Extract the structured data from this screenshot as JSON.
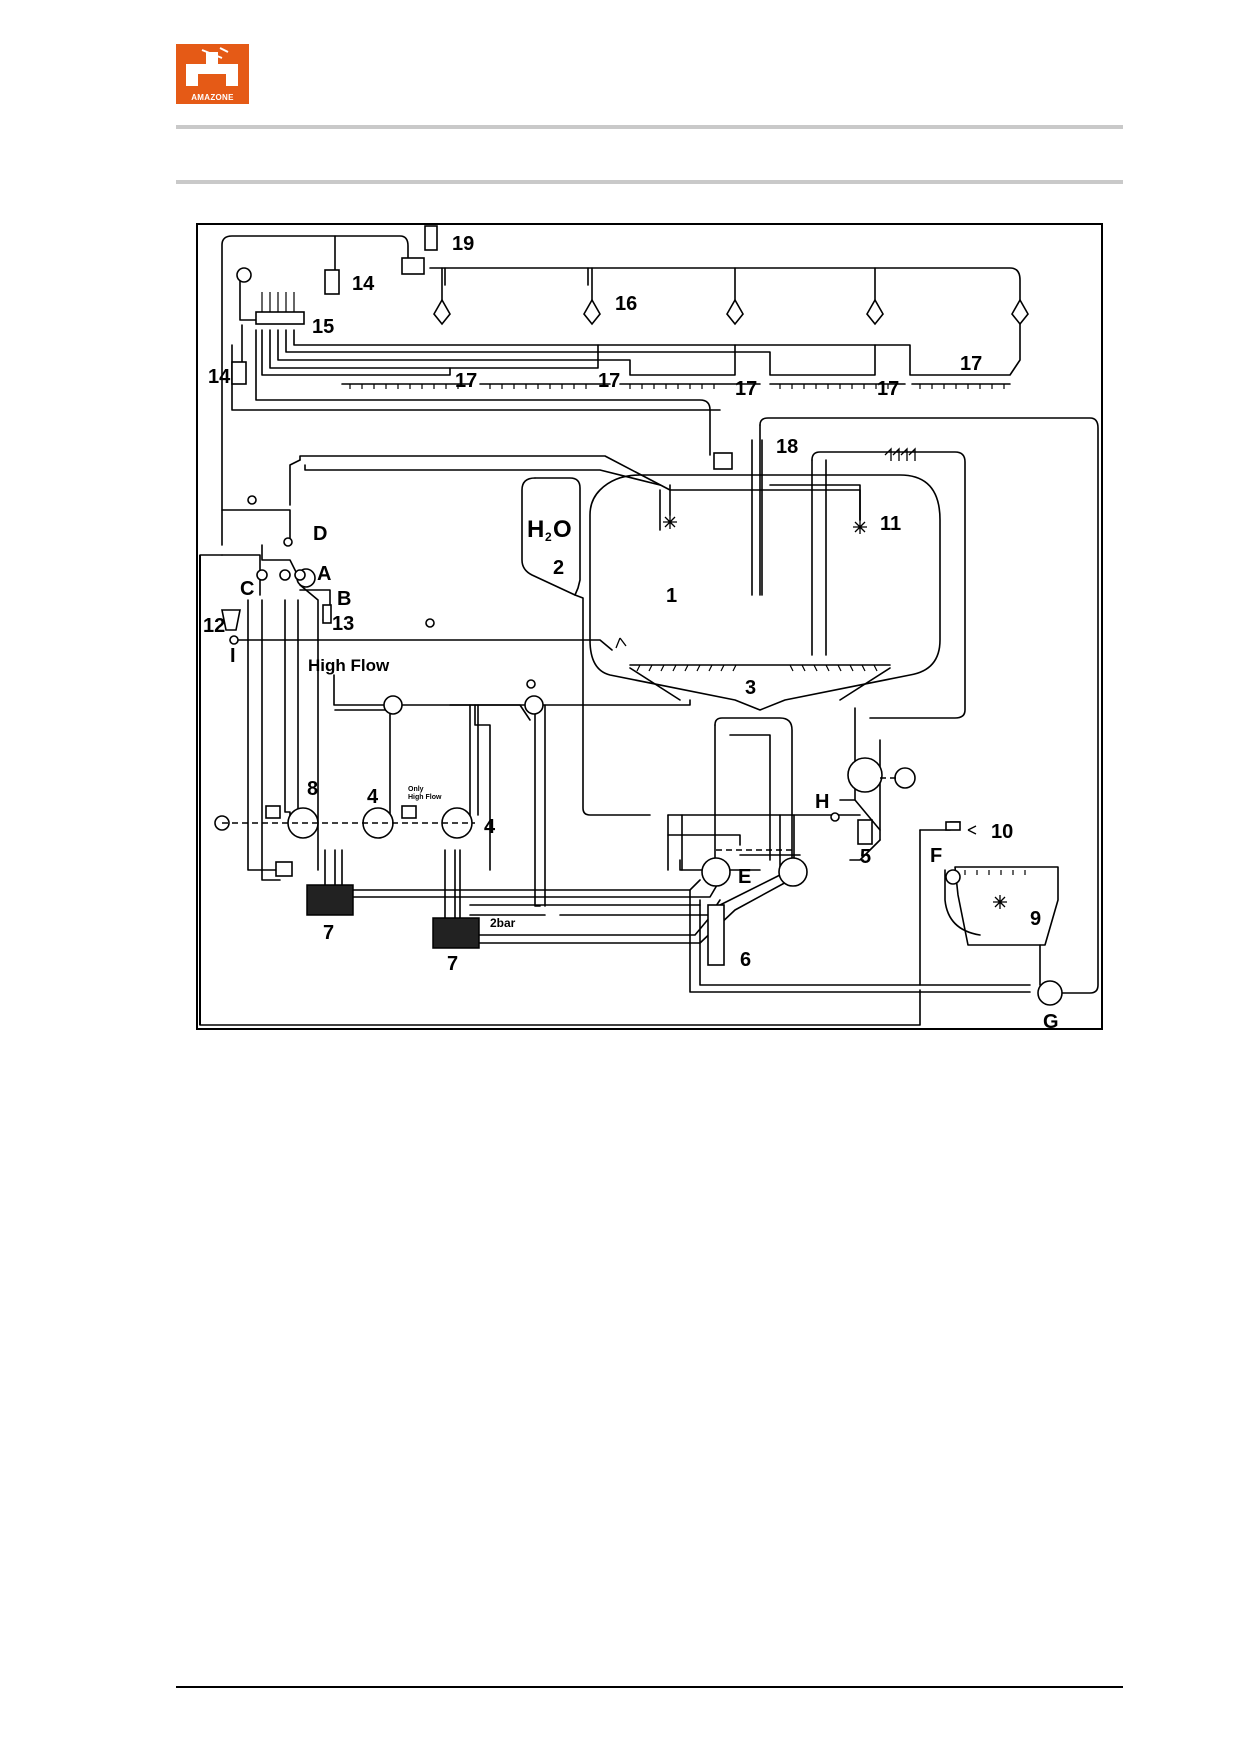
{
  "brand": {
    "logo_text": "AMAZONE",
    "accent": "#e55a16"
  },
  "diagram": {
    "labels": {
      "n1": "1",
      "n2": "2",
      "n3": "3",
      "n4a": "4",
      "n4b": "4",
      "n5": "5",
      "n6": "6",
      "n7a": "7",
      "n7b": "7",
      "n8": "8",
      "n9": "9",
      "n10": "10",
      "n11": "11",
      "n12": "12",
      "n13": "13",
      "n14a": "14",
      "n14b": "14",
      "n15": "15",
      "n16": "16",
      "n17a": "17",
      "n17b": "17",
      "n17c": "17",
      "n17d": "17",
      "n17e": "17",
      "n18": "18",
      "n19": "19",
      "A": "A",
      "B": "B",
      "C": "C",
      "D": "D",
      "E": "E",
      "F": "F",
      "G": "G",
      "H": "H",
      "I": "I",
      "h2o_h": "H",
      "h2o_2": "2",
      "h2o_o": "O",
      "high_flow": "High Flow",
      "only_high_flow_1": "Only",
      "only_high_flow_2": "High Flow",
      "pressure": "2bar"
    }
  }
}
